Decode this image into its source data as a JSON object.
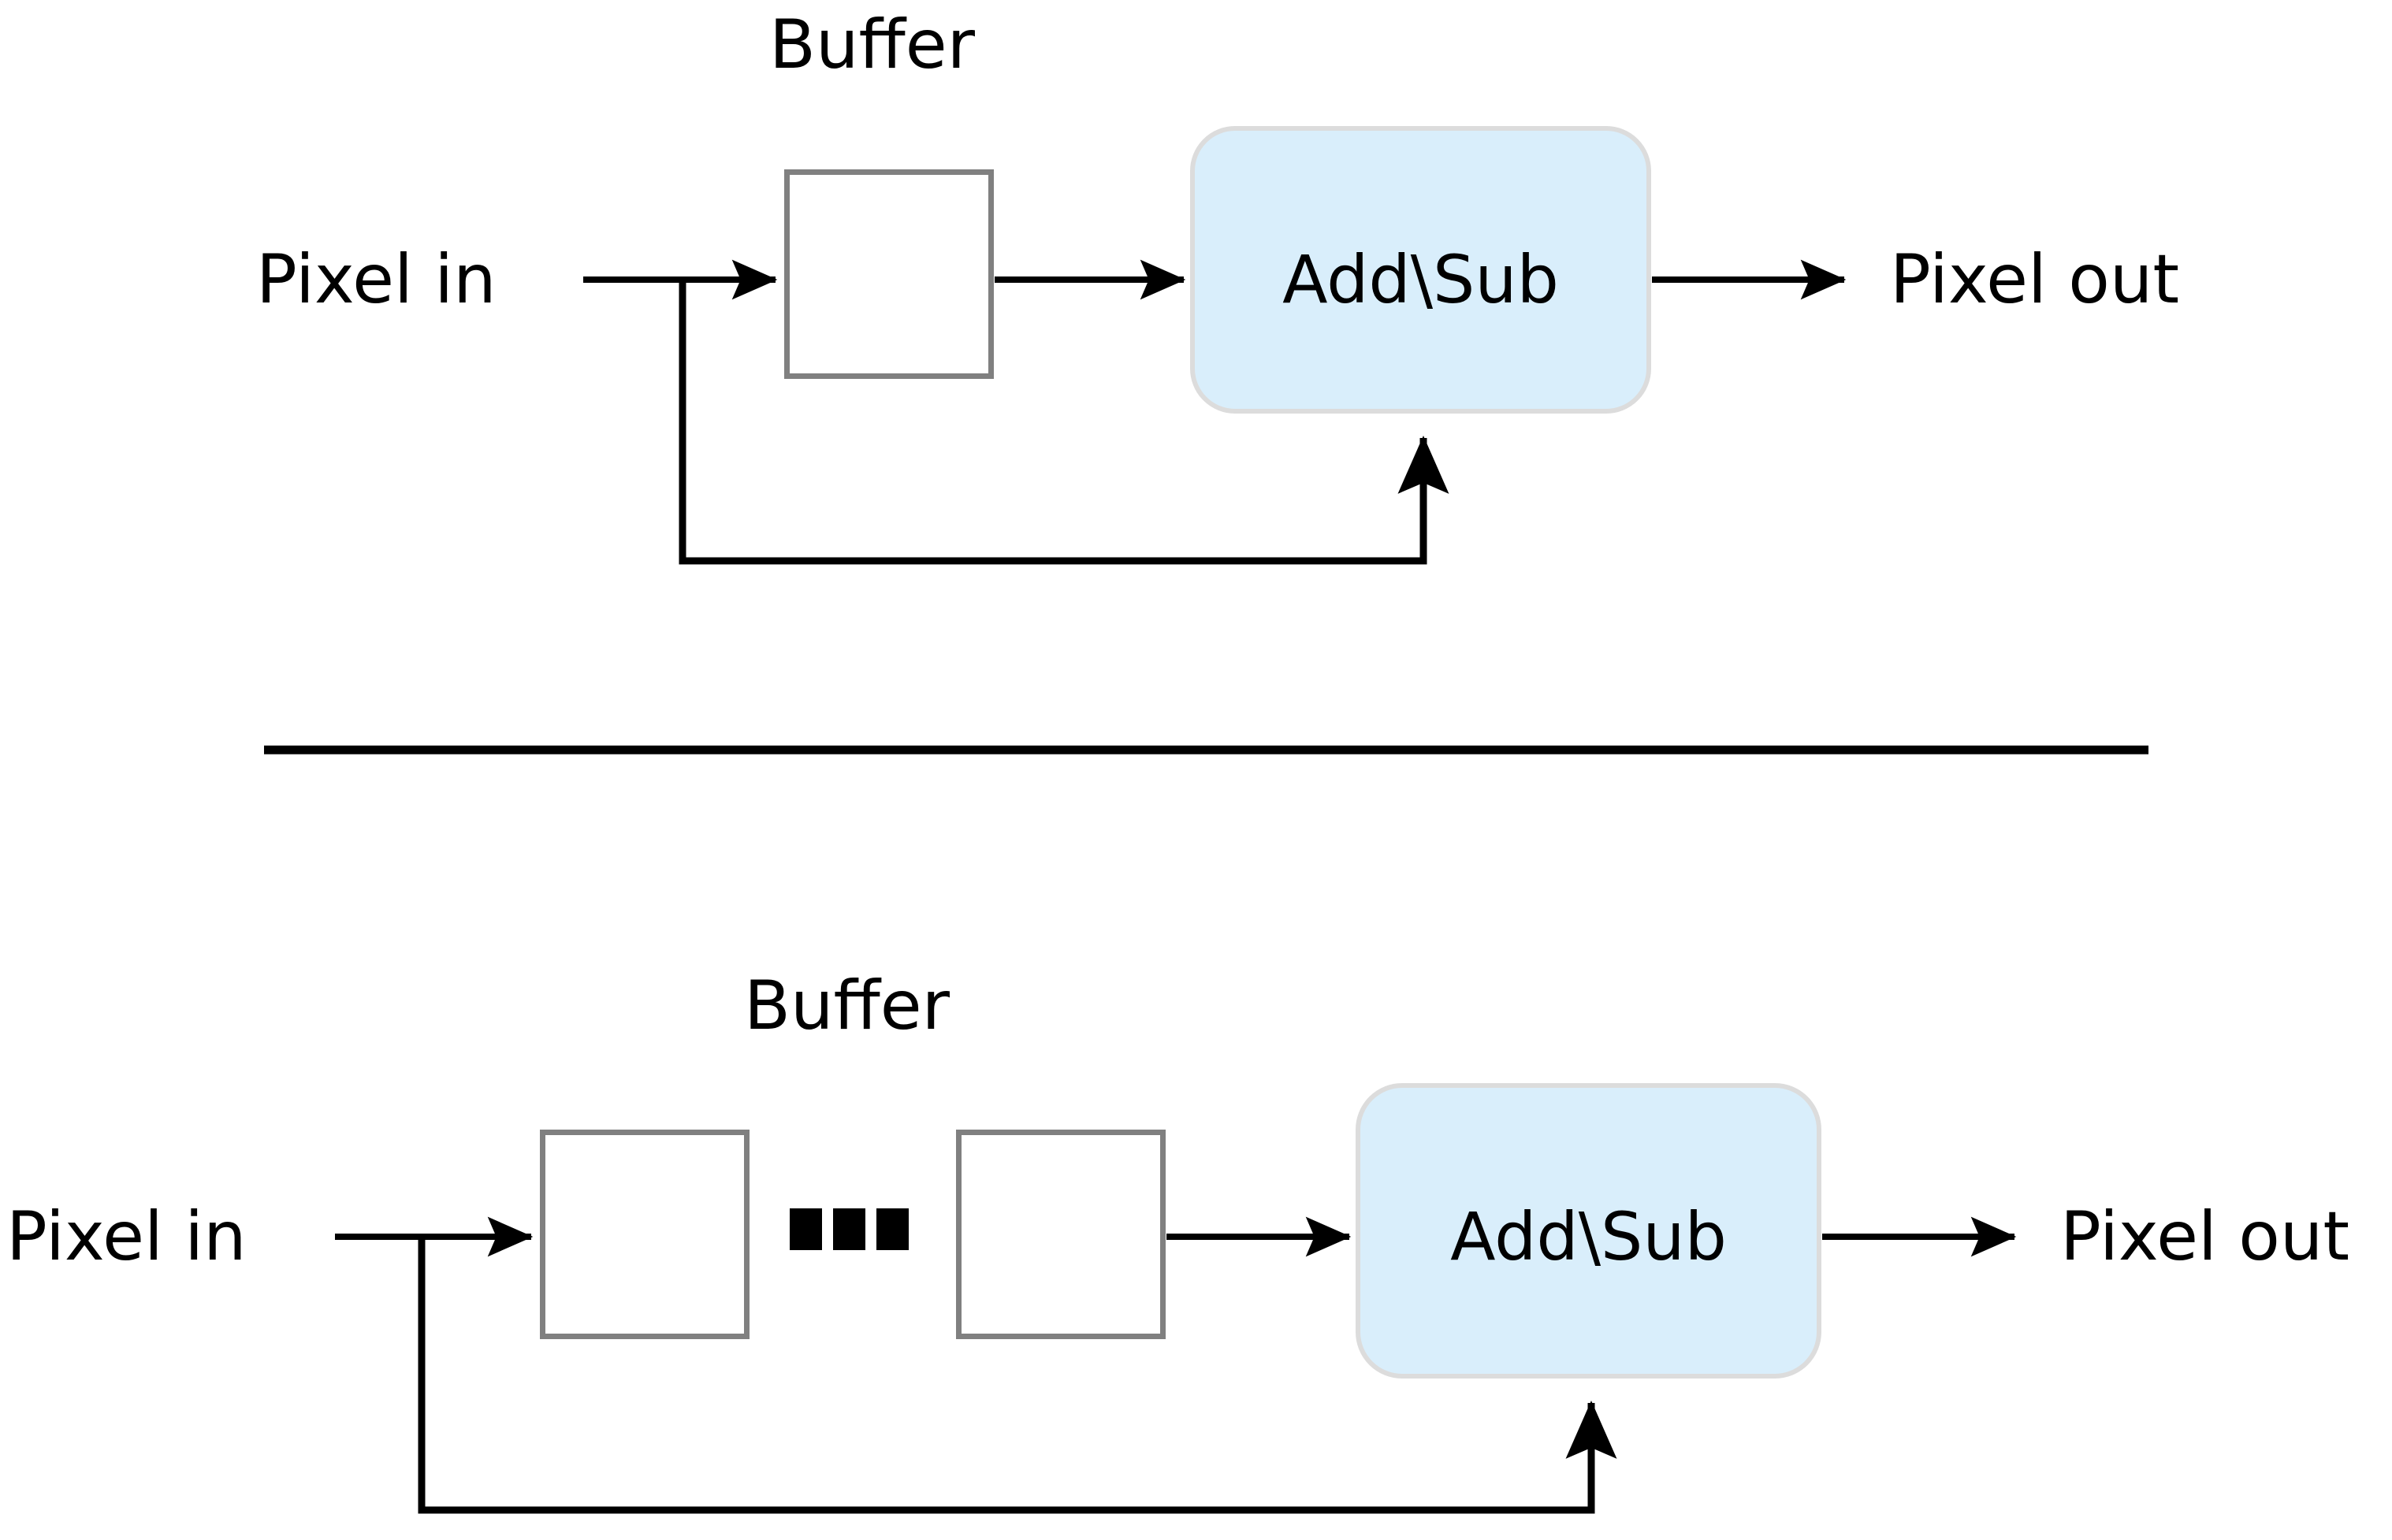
{
  "figure": {
    "title": "Pixel delay-line buffer with Add/Sub datapath",
    "background_color": "#ffffff",
    "line_color": "#000000",
    "buffer_border_color": "#808080",
    "addsub_fill_color": "#d9eefb",
    "addsub_border_color": "#dcdcdc",
    "divider_color": "#000000"
  },
  "diagrams": [
    {
      "id": "single-buffer",
      "labels": {
        "buffer": "Buffer",
        "pixel_in": "Pixel in",
        "pixel_out": "Pixel out",
        "addsub": "Add\\Sub"
      },
      "buffer_count": 1,
      "has_ellipsis": false,
      "has_feedback": true
    },
    {
      "id": "multi-buffer",
      "labels": {
        "buffer": "Buffer",
        "pixel_in": "Pixel in",
        "pixel_out": "Pixel out",
        "addsub": "Add\\Sub"
      },
      "buffer_count": 2,
      "has_ellipsis": true,
      "ellipsis_dots": 3,
      "has_feedback": true
    }
  ]
}
